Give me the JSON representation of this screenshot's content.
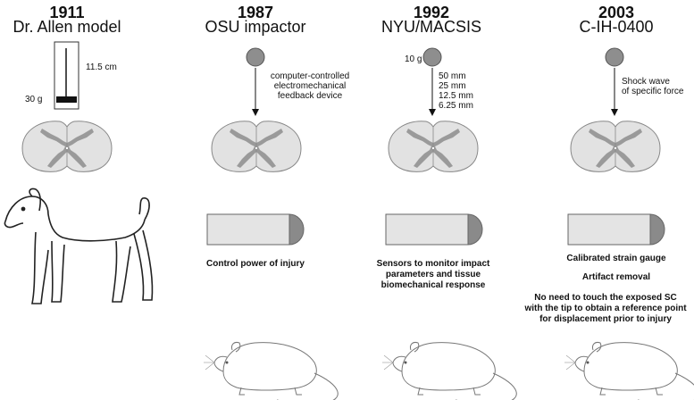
{
  "columns": [
    {
      "year": "1911",
      "model": "Dr. Allen model"
    },
    {
      "year": "1987",
      "model": "OSU impactor"
    },
    {
      "year": "1992",
      "model": "NYU/MACSIS"
    },
    {
      "year": "2003",
      "model": "C-IH-0400"
    }
  ],
  "allen": {
    "weight": "30 g",
    "height": "11.5 cm"
  },
  "osu": {
    "device_line1": "computer-controlled",
    "device_line2": "electromechanical",
    "device_line3": "feedback device",
    "caption": "Control power of injury"
  },
  "nyu": {
    "weight": "10 g",
    "heights": [
      "50 mm",
      "25 mm",
      "12.5 mm",
      "6.25 mm"
    ],
    "caption_line1": "Sensors to monitor impact",
    "caption_line2": "parameters and tissue",
    "caption_line3": "biomechanical response"
  },
  "cih": {
    "wave_line1": "Shock wave",
    "wave_line2": "of specific force",
    "caption1": "Calibrated strain gauge",
    "caption2": "Artifact removal",
    "caption3_line1": "No need to touch the exposed SC",
    "caption3_line2": "with the tip to obtain a reference point",
    "caption3_line3": "for displacement prior to injury"
  }
}
